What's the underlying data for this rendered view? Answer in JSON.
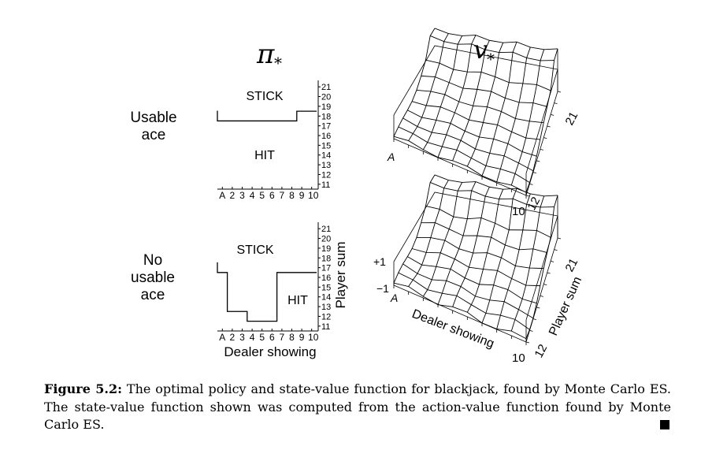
{
  "figure": {
    "policy_title": "π",
    "value_title": "v",
    "star": "*",
    "usable_ace": {
      "line1": "Usable",
      "line2": "ace"
    },
    "no_usable_ace": {
      "line1": "No",
      "line2": "usable",
      "line3": "ace"
    },
    "stick_label": "STICK",
    "hit_label": "HIT",
    "dealer_ticks": [
      "A",
      "2",
      "3",
      "4",
      "5",
      "6",
      "7",
      "8",
      "9",
      "10"
    ],
    "player_ticks": [
      "11",
      "12",
      "13",
      "14",
      "15",
      "16",
      "17",
      "18",
      "19",
      "20",
      "21"
    ],
    "xlabel": "Dealer showing",
    "ylabel": "Player sum",
    "policy_usable_ace_threshold": [
      18,
      18,
      18,
      18,
      18,
      18,
      18,
      18,
      19,
      19
    ],
    "policy_no_usable_ace_threshold": [
      17,
      13,
      13,
      12,
      12,
      12,
      17,
      17,
      17,
      17
    ],
    "surface": {
      "corner_a": "A",
      "corner_10": "10",
      "corner_12": "12",
      "corner_21": "21",
      "z_plus": "+1",
      "z_minus": "−1"
    }
  },
  "caption": {
    "label": "Figure 5.2:",
    "text": " The optimal policy and state-value function for blackjack, found by Monte Carlo ES. The state-value function shown was computed from the action-value function found by Monte Carlo ES."
  }
}
